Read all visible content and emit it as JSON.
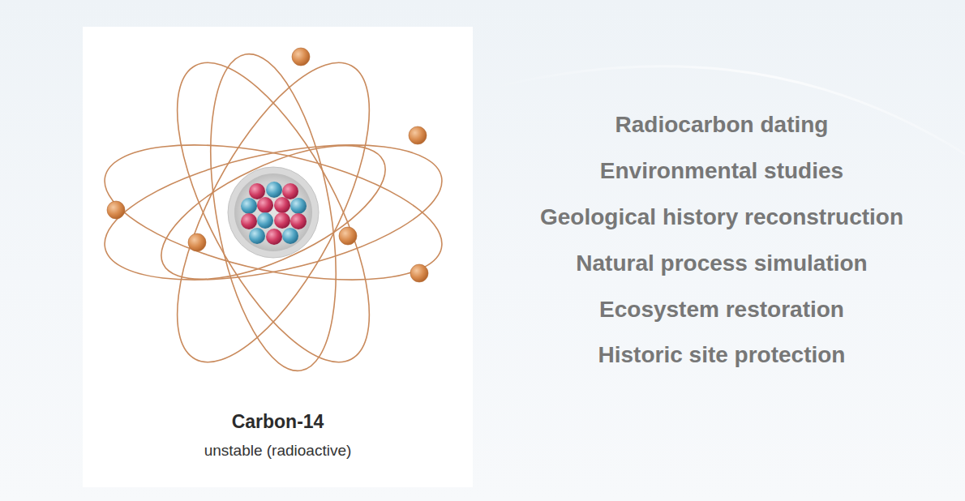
{
  "diagram": {
    "nodes": [
      {
        "text": [
          "Carbon-14",
          "unstable (radioactive)"
        ]
      }
    ],
    "labels": [
      "Radiocarbon dating",
      "Environmental studies",
      "Geological history reconstruction",
      "Natural process simulation",
      "Ecosystem restoration",
      "Historic site protection"
    ]
  }
}
